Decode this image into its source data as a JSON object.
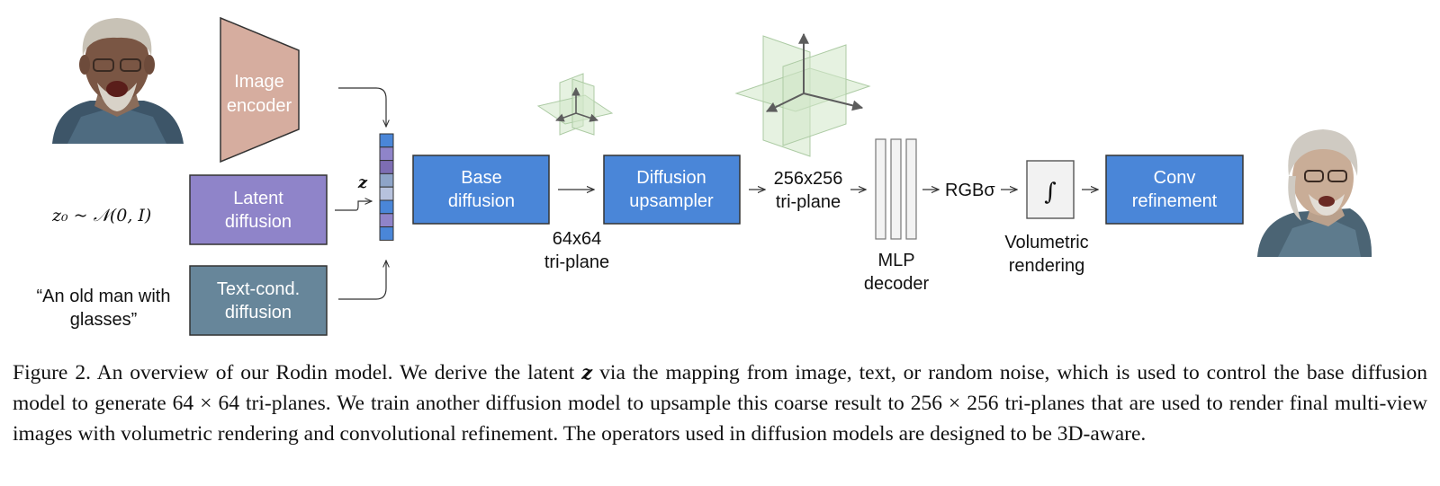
{
  "diagram": {
    "input_image": "old man with glasses and grey hair, open mouth",
    "output_image": "old man with glasses and grey hair, rendered view",
    "image_encoder": {
      "line1": "Image",
      "line2": "encoder"
    },
    "latent_diffusion": {
      "line1": "Latent",
      "line2": "diffusion"
    },
    "text_cond_diffusion": {
      "line1": "Text-cond.",
      "line2": "diffusion"
    },
    "noise_input": "z₀ ~ 𝒩(0, I)",
    "text_prompt": {
      "line1": "“An old man with",
      "line2": "glasses”"
    },
    "latent_symbol": "z",
    "base_diffusion": {
      "line1": "Base",
      "line2": "diffusion"
    },
    "triplane_64": {
      "line1": "64x64",
      "line2": "tri-plane"
    },
    "diffusion_upsampler": {
      "line1": "Diffusion",
      "line2": "upsampler"
    },
    "triplane_256": {
      "line1": "256x256",
      "line2": "tri-plane"
    },
    "mlp_decoder": {
      "line1": "MLP",
      "line2": "decoder"
    },
    "rgb_sigma": "RGBσ",
    "integral_symbol": "∫",
    "volumetric_rendering": {
      "line1": "Volumetric",
      "line2": "rendering"
    },
    "conv_refinement": {
      "line1": "Conv",
      "line2": "refinement"
    },
    "colors": {
      "blue_box": "#4a86d8",
      "latent_purple": "#8f84c9",
      "text_teal": "#67869a",
      "encoder_brown": "#d6ad9f",
      "plane_green": "#cfe6c6",
      "latent_vector": [
        "#4a86d8",
        "#8f84c9",
        "#7d6db3",
        "#8ea4c8",
        "#b7c2dd",
        "#4a86d8",
        "#8f84c9",
        "#4a86d8"
      ]
    }
  },
  "caption": {
    "figure_label": "Figure 2.",
    "text_part1": " An overview of our Rodin model. We derive the latent ",
    "symbol_z": "z",
    "text_part2": " via the mapping from image, text, or random noise, which is used to control the base diffusion model to generate 64 × 64 tri-planes. We train another diffusion model to upsample this coarse result to 256 × 256 tri-planes that are used to render final multi-view images with volumetric rendering and convolutional refinement. The operators used in diffusion models are designed to be 3D-aware."
  }
}
